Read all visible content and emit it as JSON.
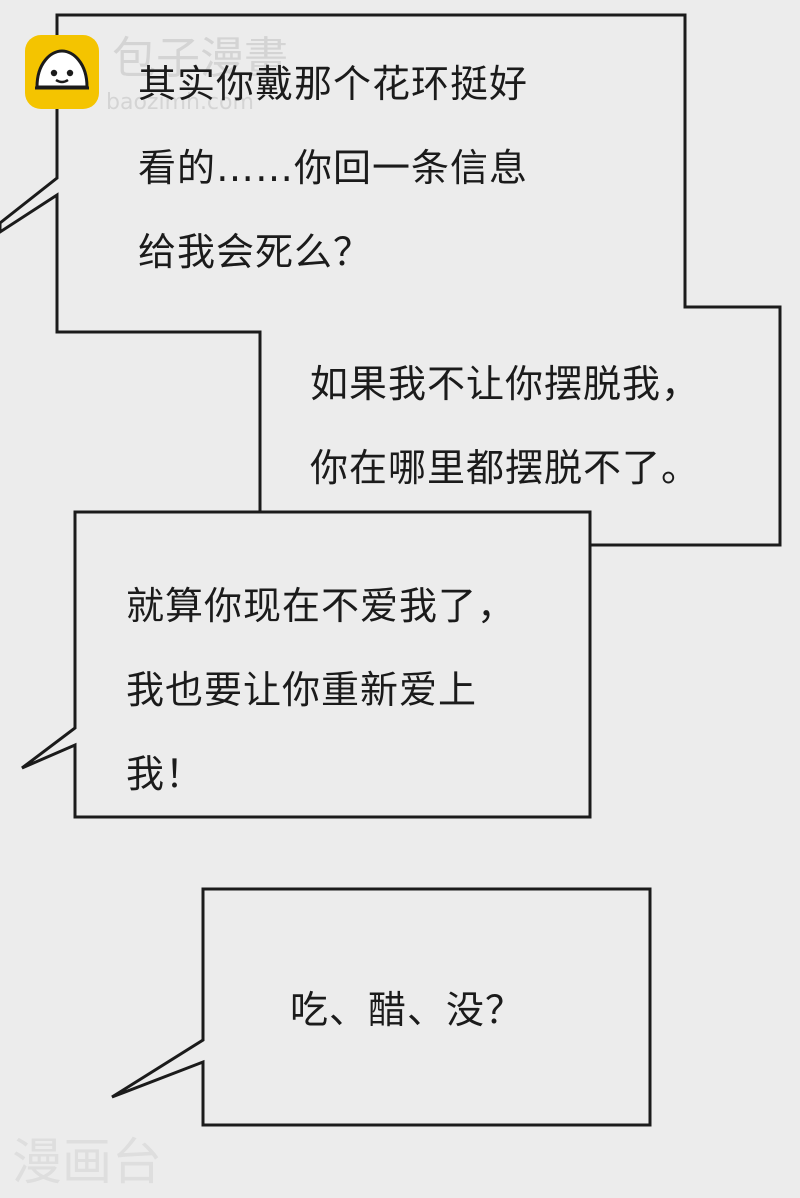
{
  "watermarks": {
    "top_brand": "包子漫畫",
    "top_url": "baozimh.com",
    "bottom_brand": "漫画台"
  },
  "logo": {
    "icon": "bun-face-icon",
    "color": "#f4c400"
  },
  "bubbles": [
    {
      "id": "bubble-1",
      "lines": [
        "其实你戴那个花环挺好",
        "看的……你回一条信息",
        "给我会死么？"
      ]
    },
    {
      "id": "bubble-2",
      "lines": [
        "如果我不让你摆脱我，",
        "你在哪里都摆脱不了。"
      ]
    },
    {
      "id": "bubble-3",
      "lines": [
        "就算你现在不爱我了，",
        "我也要让你重新爱上",
        "我！"
      ]
    },
    {
      "id": "bubble-4",
      "lines": [
        "吃、醋、没？"
      ]
    }
  ]
}
